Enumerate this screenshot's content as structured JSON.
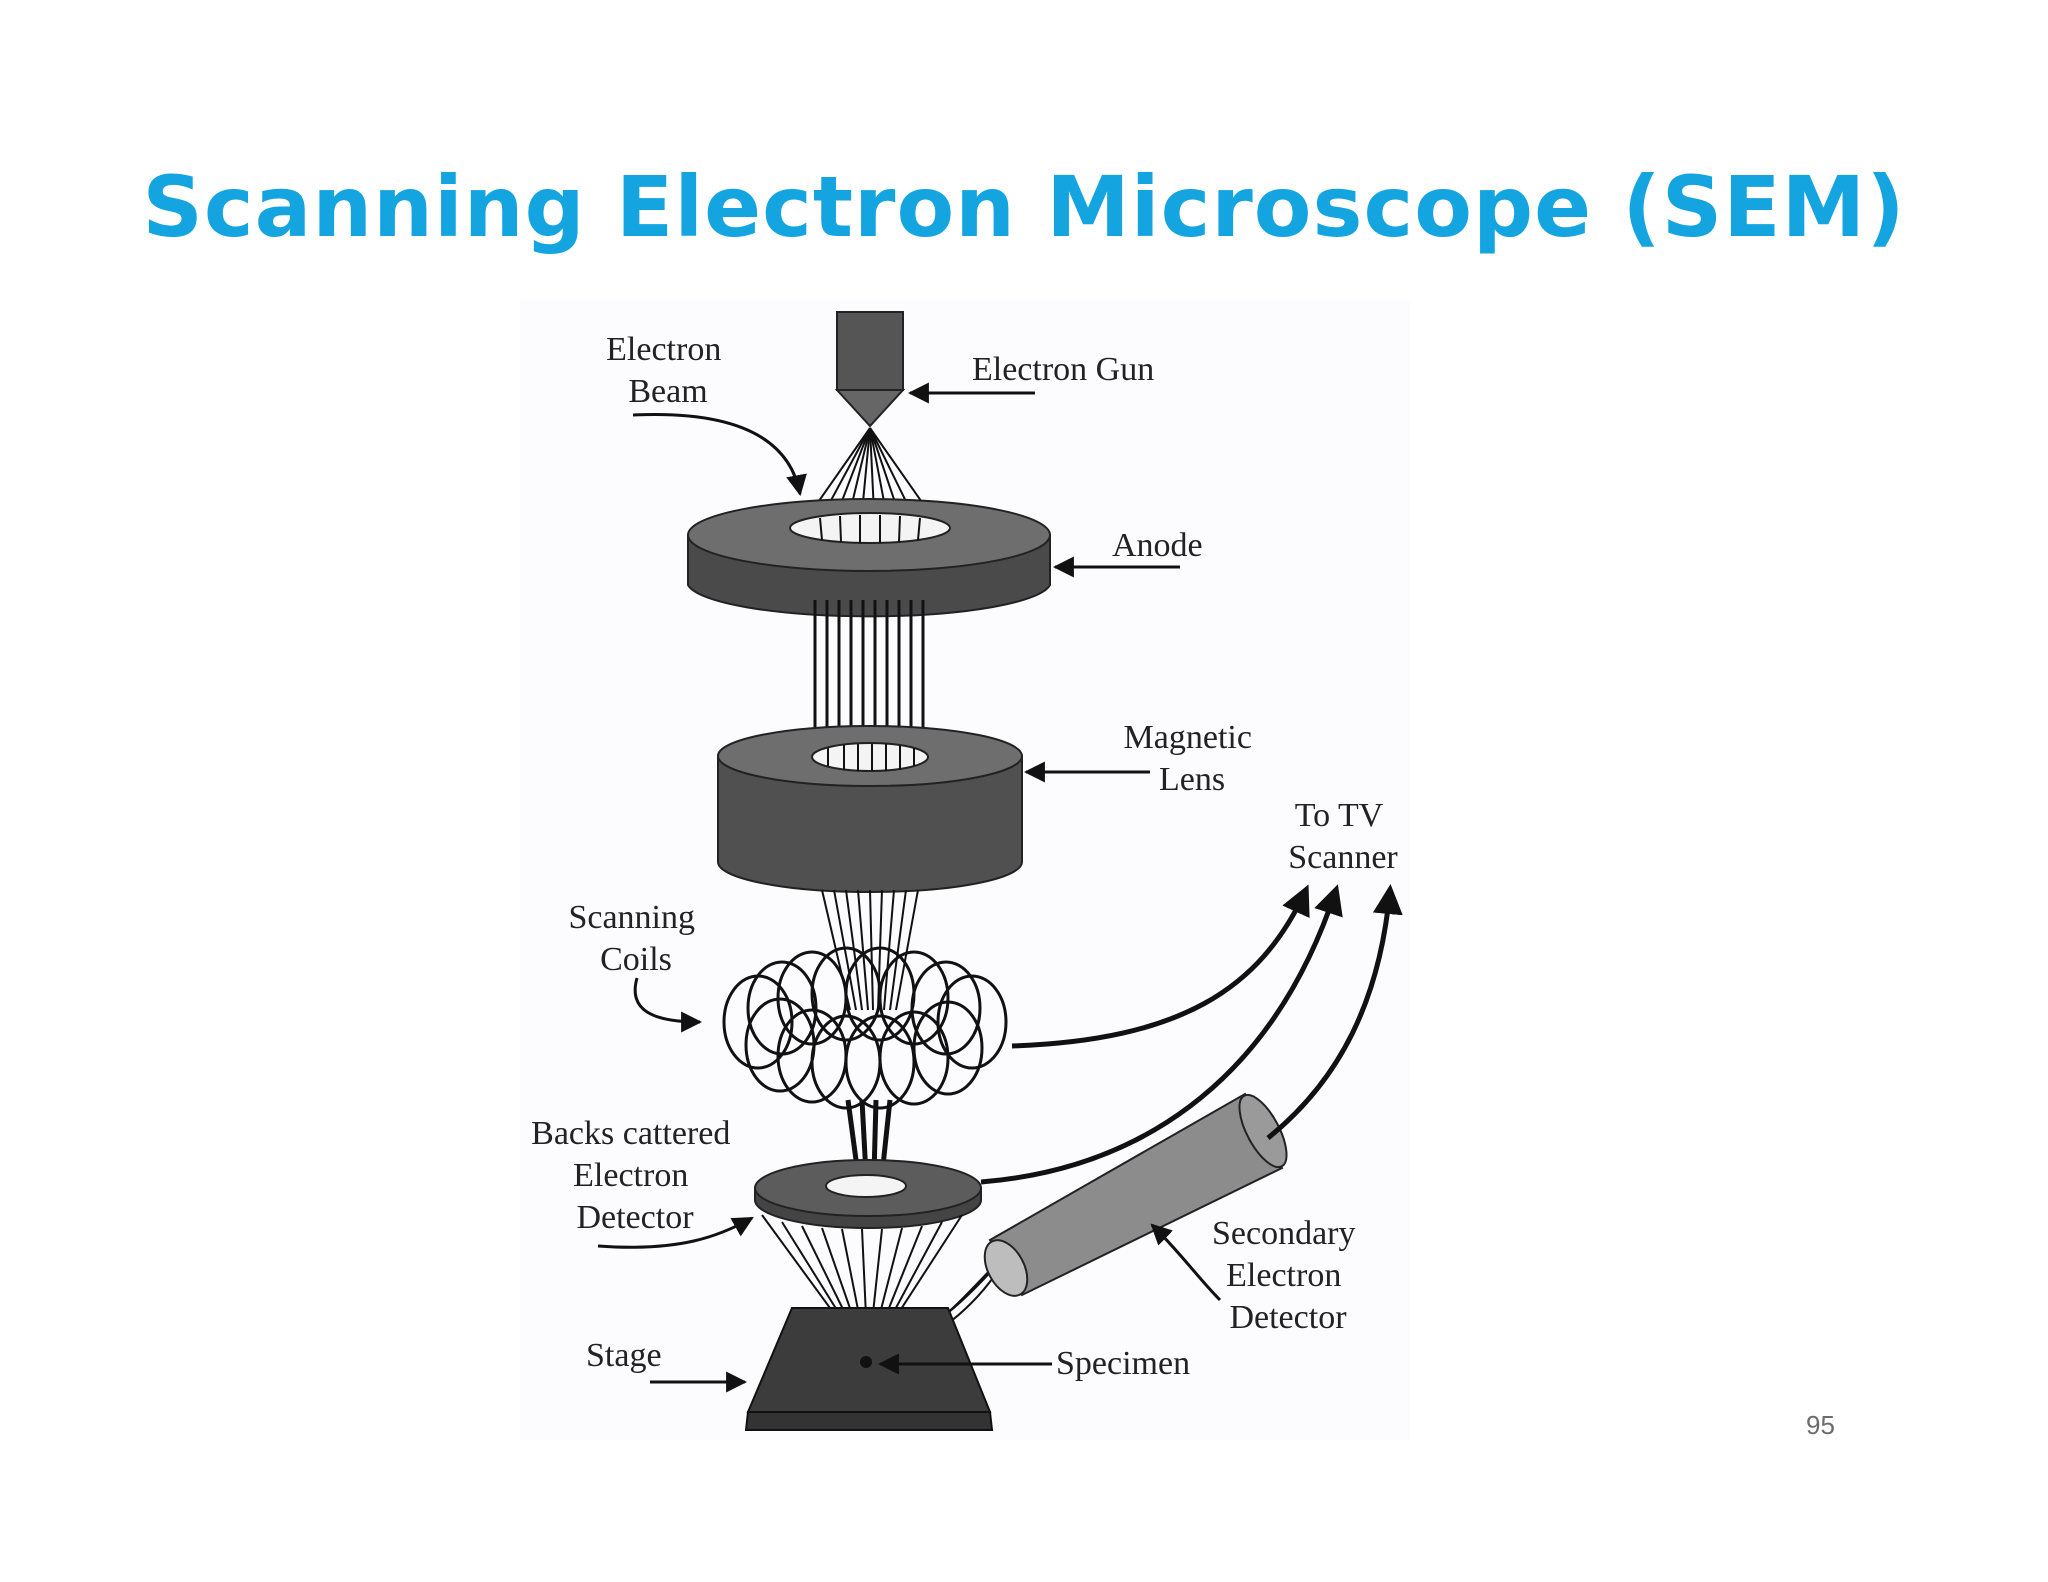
{
  "slide": {
    "title": "Scanning Electron Microscope (SEM)",
    "page_number": "95"
  },
  "diagram": {
    "labels": {
      "electron_beam": [
        "Electron",
        "Beam"
      ],
      "electron_gun": "Electron Gun",
      "anode": "Anode",
      "magnetic_lens": [
        "Magnetic",
        "Lens"
      ],
      "to_tv_scanner": [
        "To TV",
        "Scanner"
      ],
      "scanning_coils": [
        "Scanning",
        "Coils"
      ],
      "backscattered_detector": [
        "Backs cattered",
        "Electron",
        "Detector"
      ],
      "secondary_detector": [
        "Secondary",
        "Electron",
        "Detector"
      ],
      "stage": "Stage",
      "specimen": "Specimen"
    }
  }
}
